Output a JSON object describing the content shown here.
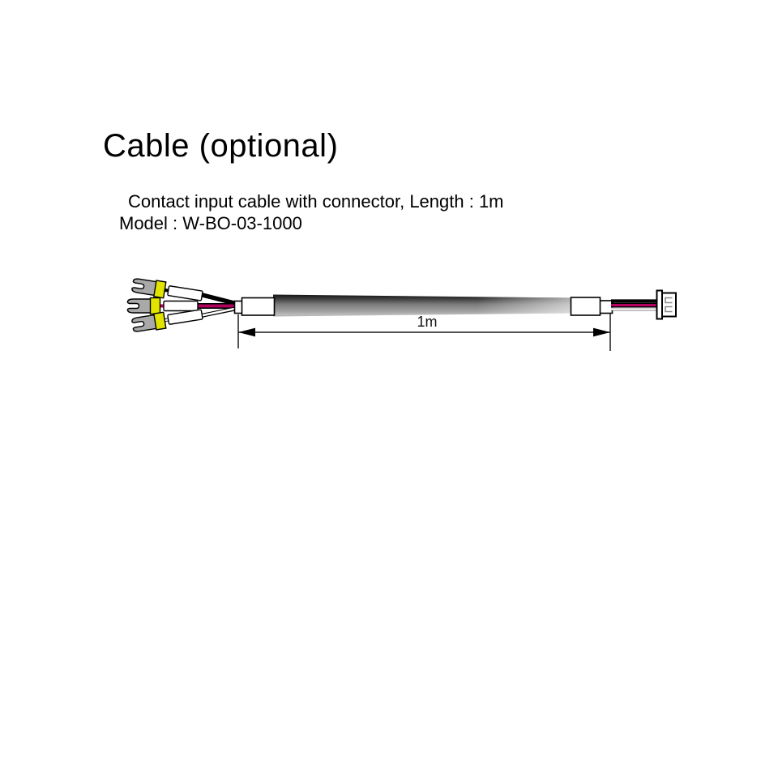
{
  "title": "Cable (optional)",
  "description": {
    "line1": "Contact input cable with connector, Length : 1m",
    "line2": "Model : W-BO-03-1000"
  },
  "diagram": {
    "dimension_label": "1m",
    "colors": {
      "terminal_metal": "#a9a9a9",
      "terminal_band": "#e3e300",
      "wire_black": "#000000",
      "wire_red": "#b5005f",
      "wire_white": "#ffffff",
      "cable_dark": "#1a1a1a",
      "cable_light": "#c4c4c4",
      "connector_body": "#ffffff",
      "outline": "#000000"
    }
  }
}
